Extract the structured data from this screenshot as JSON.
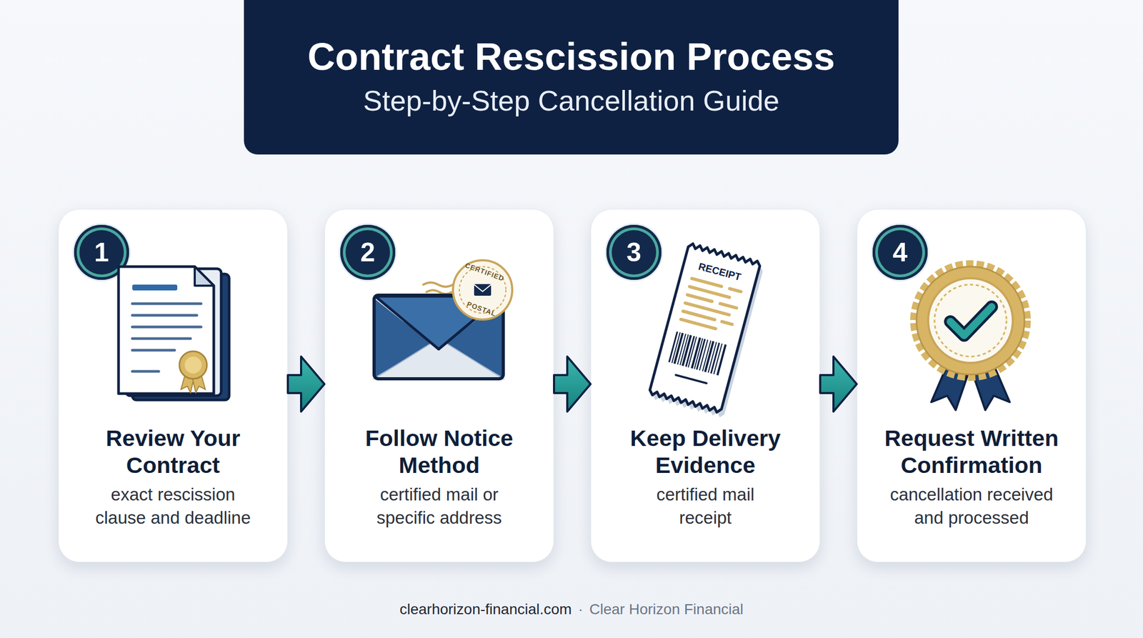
{
  "diagram": {
    "title": "Contract Rescission Process",
    "nodes": [
      {
        "text": [
          "Review Your Contract",
          "exact rescission clause and deadline"
        ]
      },
      {
        "text": [
          "1"
        ],
        "in": 0
      },
      {
        "text": [
          "Follow Notice Method",
          "certified mail or specific address"
        ]
      },
      {
        "text": [
          "2"
        ],
        "in": 2
      },
      {
        "text": [
          "Keep Delivery Evidence",
          "certified mail receipt"
        ]
      },
      {
        "text": [
          "3"
        ],
        "in": 4
      },
      {
        "text": [
          "Request Written Confirmation",
          "cancellation received and processed"
        ]
      },
      {
        "text": [
          "4"
        ],
        "in": 6
      }
    ],
    "edges": [
      {
        "from": 0,
        "to": 2,
        "arrow": "to"
      },
      {
        "from": 2,
        "to": 4,
        "arrow": "to"
      },
      {
        "from": 4,
        "to": 6,
        "arrow": "to"
      }
    ],
    "labels": [
      "Step-by-Step Cancellation Guide",
      "CERTIFIED",
      "POSTAL",
      "RECEIPT",
      "clearhorizon-financial.com",
      "·",
      "Clear Horizon Financial"
    ]
  }
}
